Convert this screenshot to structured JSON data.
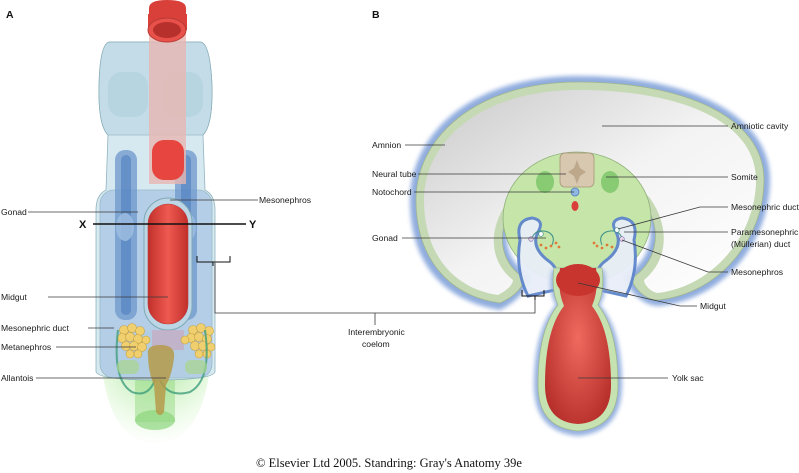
{
  "figure": {
    "panels": {
      "a": "A",
      "b": "B"
    },
    "section_markers": {
      "x": "X",
      "y": "Y"
    },
    "panel_a_labels": {
      "gonad": "Gonad",
      "mesonephros": "Mesonephros",
      "midgut": "Midgut",
      "mesonephric_duct": "Mesonephric duct",
      "metanephros": "Metanephros",
      "allantois": "Allantois"
    },
    "shared_labels": {
      "interembryonic_coelom_line1": "Interembryonic",
      "interembryonic_coelom_line2": "coelom"
    },
    "panel_b_labels": {
      "amnion": "Amnion",
      "neural_tube": "Neural tube",
      "notochord": "Notochord",
      "gonad": "Gonad",
      "amniotic_cavity": "Amniotic cavity",
      "somite": "Somite",
      "mesonephric_duct": "Mesonephric duct",
      "paramesonephric_line1": "Paramesonephric",
      "paramesonephric_line2": "(Müllerian) duct",
      "mesonephros": "Mesonephros",
      "midgut": "Midgut",
      "yolk_sac": "Yolk sac"
    },
    "credit": "© Elsevier Ltd 2005. Standring: Gray's Anatomy 39e",
    "colors": {
      "gut_red": "#d9403a",
      "coelom_blue": "#9db8dc",
      "mesoderm_green": "#c5e6a8",
      "metanephros_yellow": "#f0cf6e",
      "allantois_olive": "#b59a4a",
      "amnion_gray": "#d8d8d8"
    }
  }
}
